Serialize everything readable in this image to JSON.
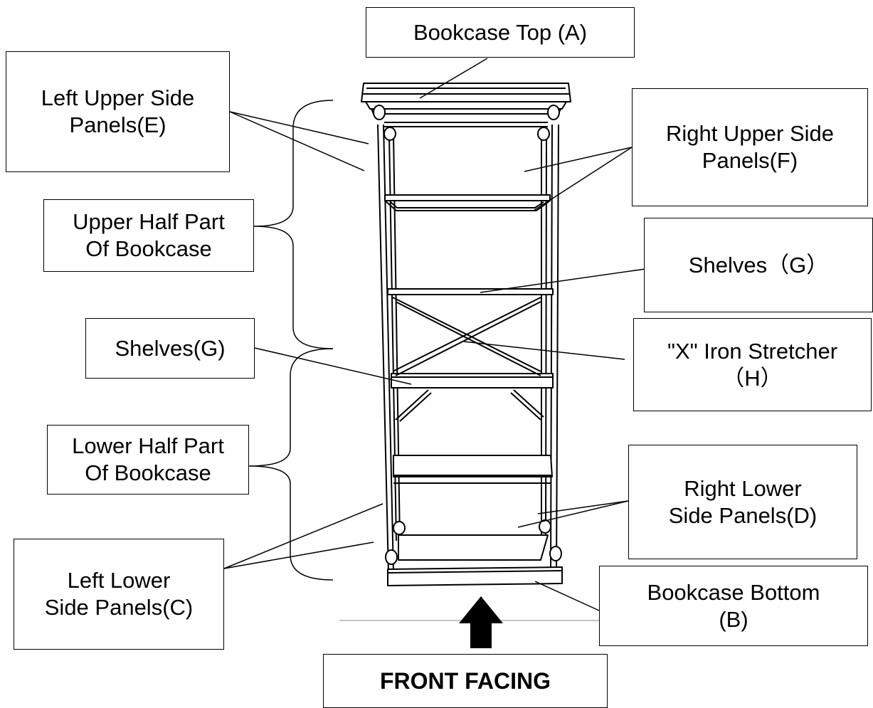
{
  "labels": {
    "bookcase_top": "Bookcase Top (A)",
    "left_upper_side_panels": "Left Upper Side\nPanels(E)",
    "right_upper_side_panels": "Right Upper Side\nPanels(F)",
    "upper_half": "Upper Half Part\nOf Bookcase",
    "shelves_right": "Shelves（G）",
    "shelves_left": "Shelves(G)",
    "x_iron_stretcher": "\"X\" Iron Stretcher\n（H）",
    "lower_half": "Lower Half Part\nOf Bookcase",
    "right_lower_side_panels": "Right Lower\nSide Panels(D)",
    "left_lower_side_panels": "Left Lower\nSide Panels(C)",
    "bookcase_bottom": "Bookcase Bottom\n(B)",
    "front_facing": "FRONT FACING"
  }
}
